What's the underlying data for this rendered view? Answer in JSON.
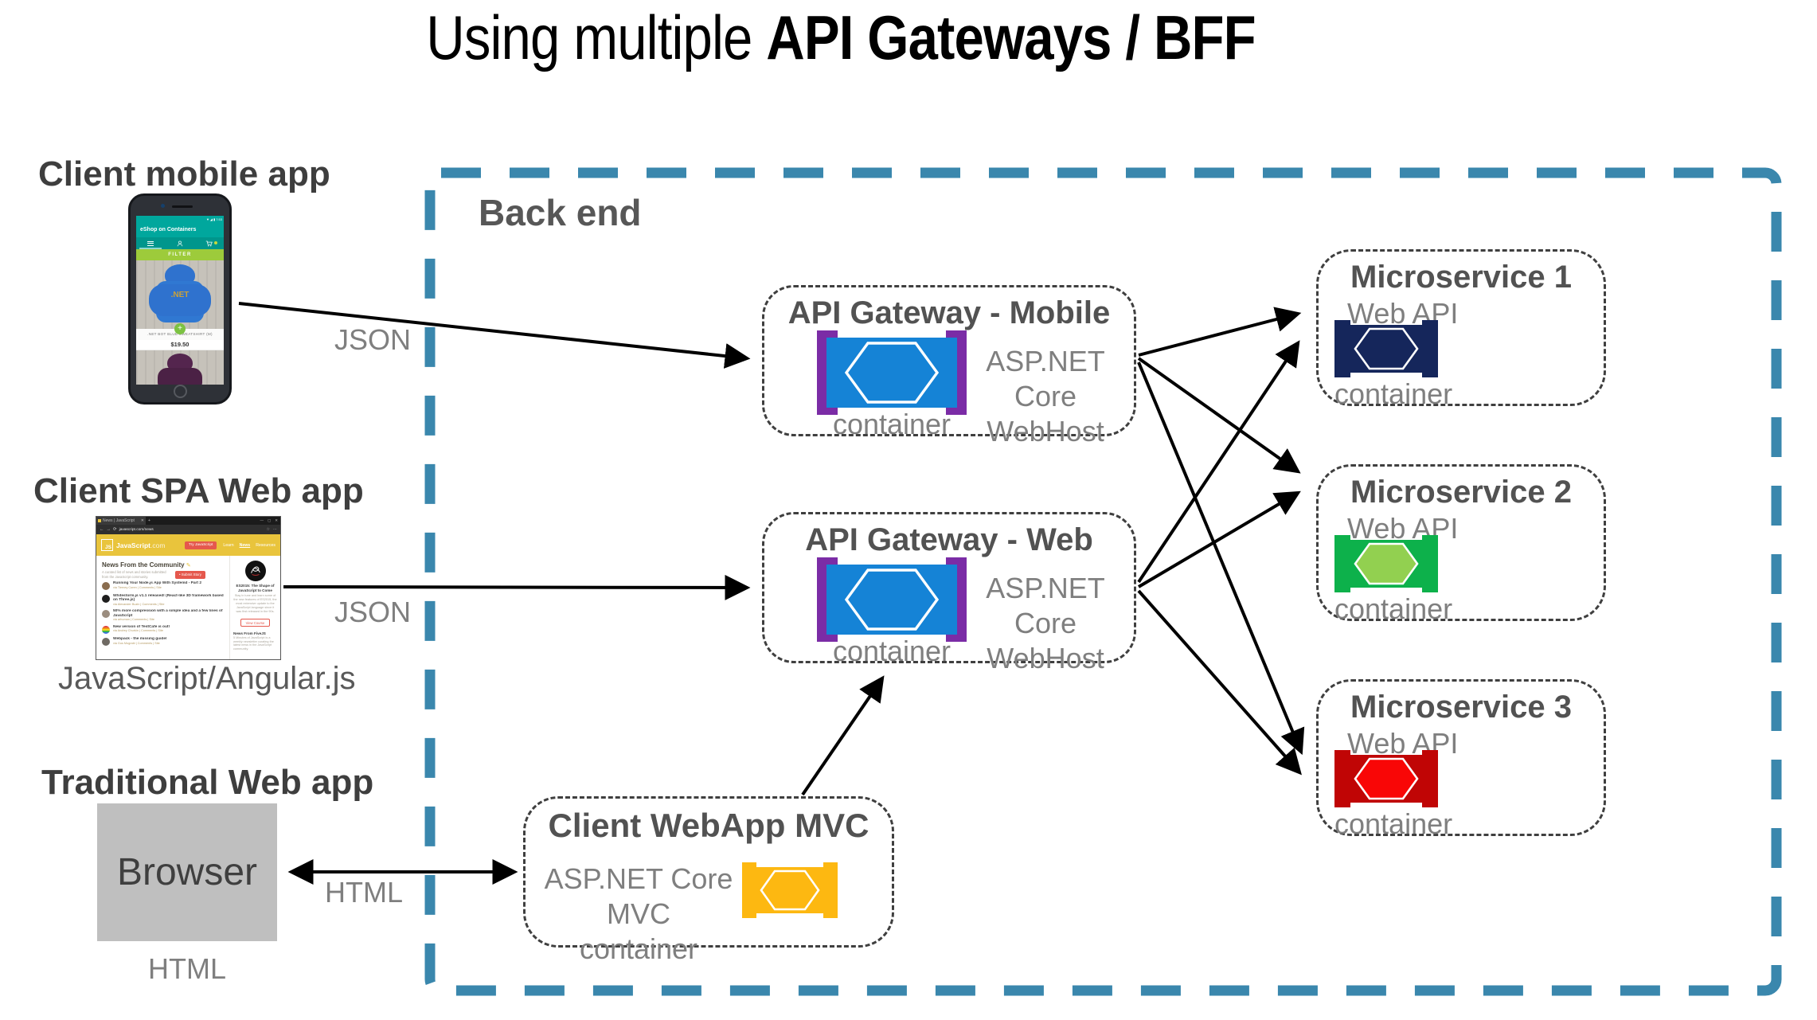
{
  "title": {
    "normal": "Using multiple ",
    "bold": "API Gateways / BFF"
  },
  "backend": {
    "label": "Back end"
  },
  "clients": {
    "mobile": {
      "heading": "Client mobile app"
    },
    "spa": {
      "heading": "Client SPA Web app",
      "caption": "JavaScript/Angular.js"
    },
    "traditional": {
      "heading": "Traditional Web app",
      "box_label": "Browser",
      "caption": "HTML"
    }
  },
  "edge_labels": {
    "mobile_json": "JSON",
    "spa_json": "JSON",
    "html": "HTML"
  },
  "gateways": {
    "mobile": {
      "title": "API Gateway - Mobile",
      "tech_line1": "ASP.NET Core",
      "tech_line2": "WebHost",
      "container_label": "container"
    },
    "web": {
      "title": "API Gateway - Web",
      "tech_line1": "ASP.NET Core",
      "tech_line2": "WebHost",
      "container_label": "container"
    },
    "mvc": {
      "title": "Client WebApp MVC",
      "tech_line1": "ASP.NET Core MVC",
      "tech_line2": "container"
    }
  },
  "microservices": [
    {
      "title": "Microservice 1",
      "subtitle": "Web API",
      "container_label": "container"
    },
    {
      "title": "Microservice 2",
      "subtitle": "Web API",
      "container_label": "container"
    },
    {
      "title": "Microservice 3",
      "subtitle": "Web API",
      "container_label": "container"
    }
  ],
  "phone_app": {
    "time": "7:53",
    "header": "eShop on Containers",
    "filter": "FILTER",
    "net_logo": ".NET",
    "product_name": ".NET BOT BLUE SWEATSHIRT (M)",
    "price": "$19.50",
    "fab": "+"
  },
  "js_site": {
    "tab": "News | JavaScript",
    "url": "javascript.com/news",
    "chrome": {
      "back": "←",
      "forward": "→",
      "refresh": "⟳",
      "new_tab": "+",
      "tab_close": "✕",
      "min": "—",
      "max": "▢",
      "close": "✕",
      "star": "☆",
      "more": "⋯"
    },
    "logo": "JS",
    "brand": "JavaScript",
    "brand_suffix": ".com",
    "try_button": "Try JavaScript",
    "nav": [
      "Learn",
      "News",
      "Resources"
    ],
    "heading": "News From the Community",
    "pencil": "✎",
    "subheading": "A curated list of news and stories submitted from the JavaScript community.",
    "submit_button": "• Submit Story",
    "items": [
      {
        "title": "Running Your Node.js App With Systemd - Part 2",
        "meta": "via Tierney Coren  |  Comments  |  Site",
        "avatar_color": "#8a6d4f"
      },
      {
        "title": "Whitestorm.js v1.1 released! (React-like 3D framework based on Three.js)",
        "meta": "via Alexander Buzin  |  Comments  |  Site",
        "avatar_color": "#1e1e1e"
      },
      {
        "title": "50% more compression with a simple idea and a few lines of JavaScript",
        "meta": "via arhuman  |  Comments  |  Site",
        "avatar_color": "#9b8d7f"
      },
      {
        "title": "New version of TestCafe is out!",
        "meta": "via Andrey Churkin  |  Comments  |  Site",
        "avatar_color": "rainbow"
      },
      {
        "title": "Webpack - the missing guide!",
        "meta": "via Gus Mograbi  |  Comments  |  Site",
        "avatar_color": "#6f6a63"
      }
    ],
    "sidebar": {
      "course_title": "ES2015: The Shape of JavaScript to Come",
      "course_text": "Stay in tune and learn some of the new features of ES2015, the most extensive update to the JavaScript language since it was first released in the 90s.",
      "view_course": "View Course",
      "fivejs_title": "News From FiveJS",
      "fivejs_text": "5 Minutes of JavaScript is a weekly newsletter curating the latest news in the JavaScript community."
    }
  },
  "colors": {
    "backend_border": "#3A87AD",
    "gateway_blue": "#1583D6",
    "bracket_purple": "#7B2CA6",
    "ms1_navy": "#15265B",
    "ms2_green": "#0DB14B",
    "ms2_hex": "#92D050",
    "ms3_red": "#C00505",
    "ms3_hex": "#F90606",
    "mvc_yellow": "#FDB811",
    "browser_gray": "#BFBFBF",
    "phone_teal": "#00A79D",
    "phone_green": "#9DCB3B",
    "js_yellow": "#E9C43C",
    "js_red": "#E5584D"
  }
}
